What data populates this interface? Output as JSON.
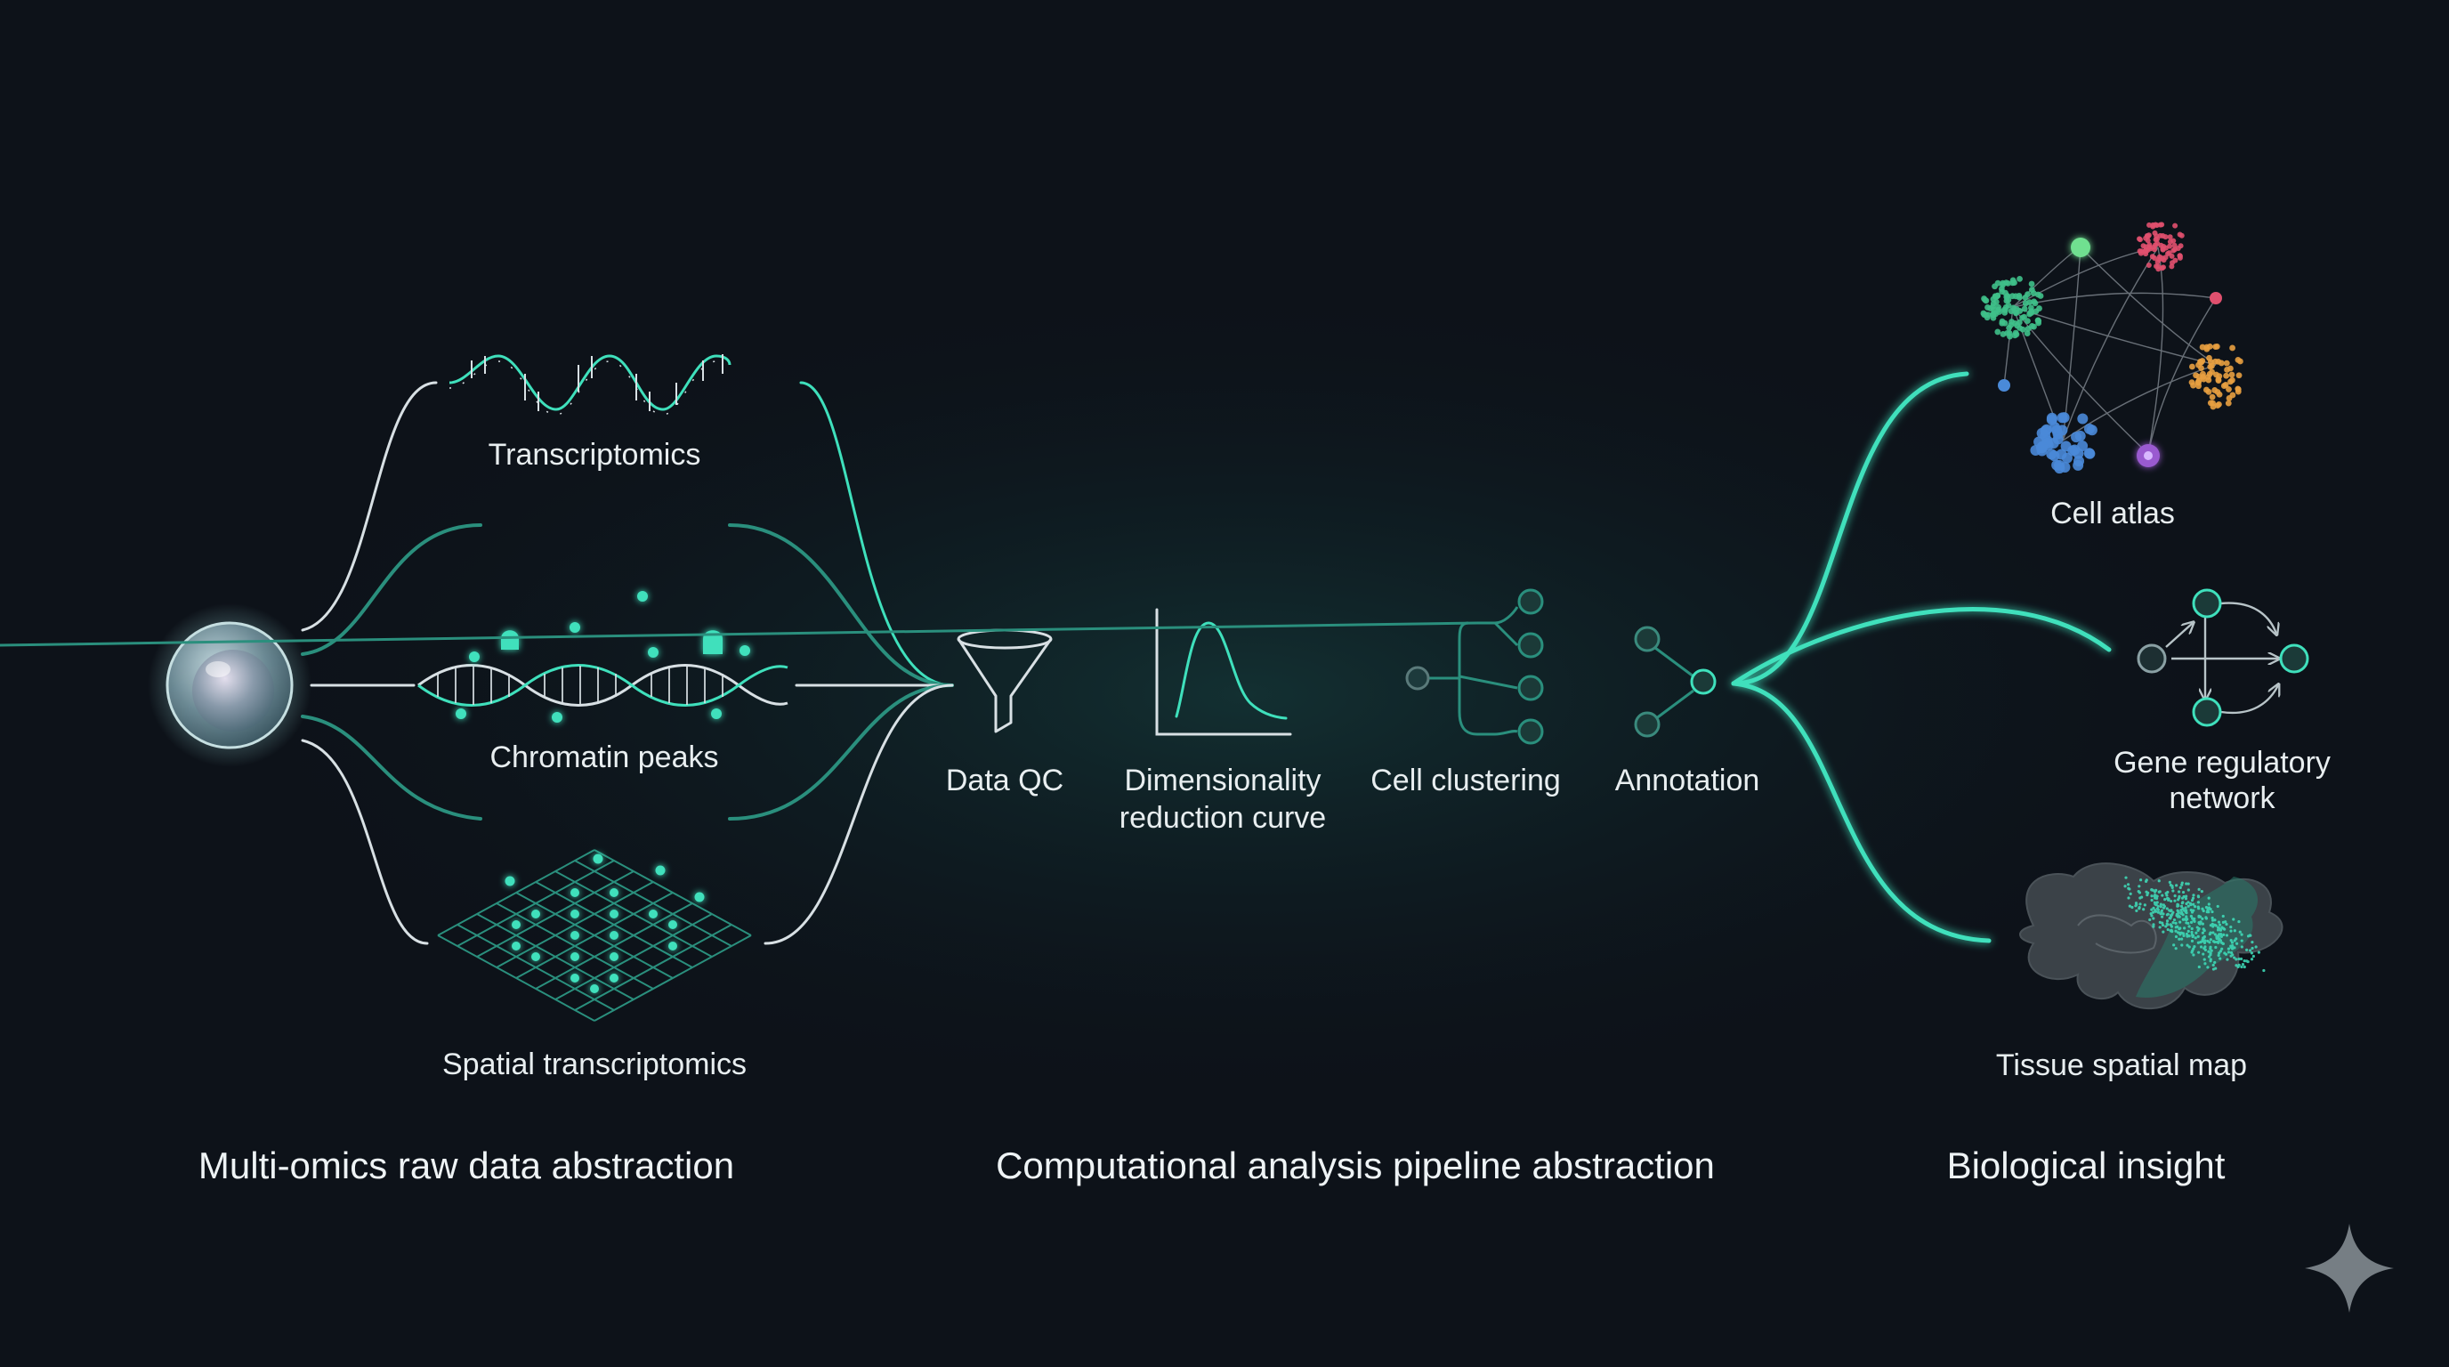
{
  "colors": {
    "background": "#0d1219",
    "accent": "#3fe0bc",
    "accent_dim": "#2a8f7d",
    "line_white": "#d8e0e4",
    "text": "#e8eef0"
  },
  "inputs": {
    "transcriptomics": "Transcriptomics",
    "chromatin": "Chromatin peaks",
    "spatial": "Spatial transcriptomics"
  },
  "pipeline": {
    "qc": "Data QC",
    "dimred_line1": "Dimensionality",
    "dimred_line2": "reduction curve",
    "clustering": "Cell clustering",
    "annotation": "Annotation"
  },
  "outputs": {
    "atlas": "Cell atlas",
    "grn_line1": "Gene regulatory",
    "grn_line2": "network",
    "tissue": "Tissue spatial map"
  },
  "sections": {
    "raw": "Multi-omics raw data abstraction",
    "pipeline": "Computational analysis pipeline abstraction",
    "insight": "Biological insight"
  },
  "cluster_colors": {
    "green": "#3fc08a",
    "red": "#e0506e",
    "orange": "#e8a040",
    "blue": "#4a8ad8",
    "purple": "#9a5ad0",
    "lime": "#70e090"
  },
  "icons": {
    "cell": "cell-icon",
    "wave": "wave-icon",
    "dna": "dna-helix-icon",
    "grid": "spatial-grid-icon",
    "funnel": "funnel-icon",
    "curve": "curve-icon",
    "tree": "cluster-tree-icon",
    "annotation": "annotation-icon",
    "atlas": "cell-atlas-icon",
    "network": "network-icon",
    "tissue": "tissue-map-icon",
    "sparkle": "sparkle-icon"
  }
}
